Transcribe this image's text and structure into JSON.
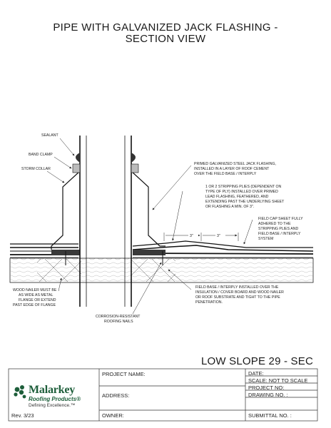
{
  "title": {
    "line1": "PIPE WITH GALVANIZED JACK FLASHING -",
    "line2": "SECTION VIEW"
  },
  "labels": {
    "sealant": "SEALANT",
    "band_clamp": "BAND CLAMP",
    "storm_collar": "STORM COLLAR",
    "jack_flashing": [
      "PRIMED GALVANIZED STEEL JACK FLASHING,",
      "INSTALLED IN A LAYER OF ROOF CEMENT",
      "OVER THE FIELD BASE / INTERPLY"
    ],
    "stripping_plies": [
      "1 OR 2 STRIPPING PLIES (DEPENDENT ON",
      "TYPE OF PLY) INSTALLED OVER PRIMED",
      "LEAD FLASHING, FEATHERED, AND",
      "EXTENDING PAST THE UNDERLYING SHEET",
      "OR FLASHING A MIN. OF 3\"."
    ],
    "field_cap": [
      "FIELD CAP SHEET FULLY",
      "ADHERED TO THE",
      "STRIPPING PLIES AND",
      "FIELD BASE / INTERPLY",
      "SYSTEM"
    ],
    "dim_1": "3\"",
    "dim_2": "3\"",
    "wood_nailer": [
      "WOOD NAILER MUST BE",
      "AS WIDE AS METAL",
      "FLANGE OR EXTEND",
      "PAST EDGE OF FLANGE"
    ],
    "field_base": [
      "FIELD BASE / INTERPLY INSTALLED OVER THE",
      "INSULATION / COVER BOARD AND WOOD NAILER",
      "OR ROOF SUBSTRATE AND TIGHT TO THE PIPE",
      "PENETRATION."
    ],
    "nails": [
      "CORROSION-RESISTANT",
      "ROOFING NAILS"
    ]
  },
  "sheet_id": "LOW SLOPE 29 - SEC",
  "title_block": {
    "project_name": "PROJECT NAME:",
    "address": "ADDRESS:",
    "owner": "OWNER:",
    "date": "DATE:",
    "scale": "SCALE:  NOT TO SCALE",
    "project_no": "PROJECT NO:",
    "drawing_no": "DRAWING NO. :",
    "submittal_no": "SUBMITTAL NO. :",
    "rev": "Rev. 3/23"
  },
  "logo": {
    "name": "Malarkey",
    "sub": "Roofing Products",
    "registered": "®",
    "tagline": "Defining Excellence.™",
    "icon": "leaf-cluster-icon",
    "color": "#1d5e3a"
  }
}
